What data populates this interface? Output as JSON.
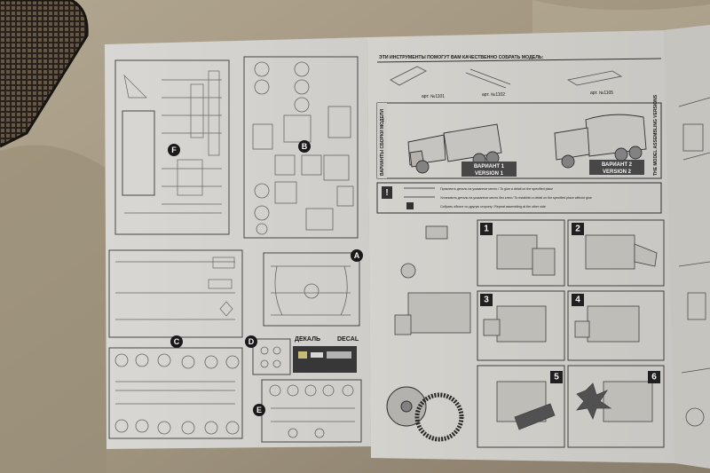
{
  "sprue_labels": [
    "F",
    "B",
    "A",
    "C",
    "D",
    "E"
  ],
  "decal": {
    "ru": "ДЕКАЛЬ",
    "en": "DECAL"
  },
  "tools_header": "ЭТИ ИНСТРУМЕНТЫ ПОМОГУТ ВАМ КАЧЕСТВЕННО СОБРАТЬ МОДЕЛЬ:",
  "tool_items": [
    "арт. №1101",
    "арт. №1102",
    "арт. №1105"
  ],
  "variants_side": "ВАРИАНТЫ СБОРКИ МОДЕЛИ",
  "variants_side_en": "THE MODEL ASSEMBLING VERSIONS",
  "variant1": {
    "ru": "ВАРИАНТ 1",
    "en": "VERSION 1"
  },
  "variant2": {
    "ru": "ВАРИАНТ 2",
    "en": "VERSION 2"
  },
  "legend": [
    "Приклеить деталь на указанное место / To glue a detail on the specified place",
    "Установить деталь на указанное место без клея / To establish a detail on the specified place without glue",
    "Собрать объект по другую сторону / Repeat assembling at the other side"
  ],
  "step_numbers": [
    "1",
    "2",
    "3",
    "4",
    "5",
    "6"
  ]
}
